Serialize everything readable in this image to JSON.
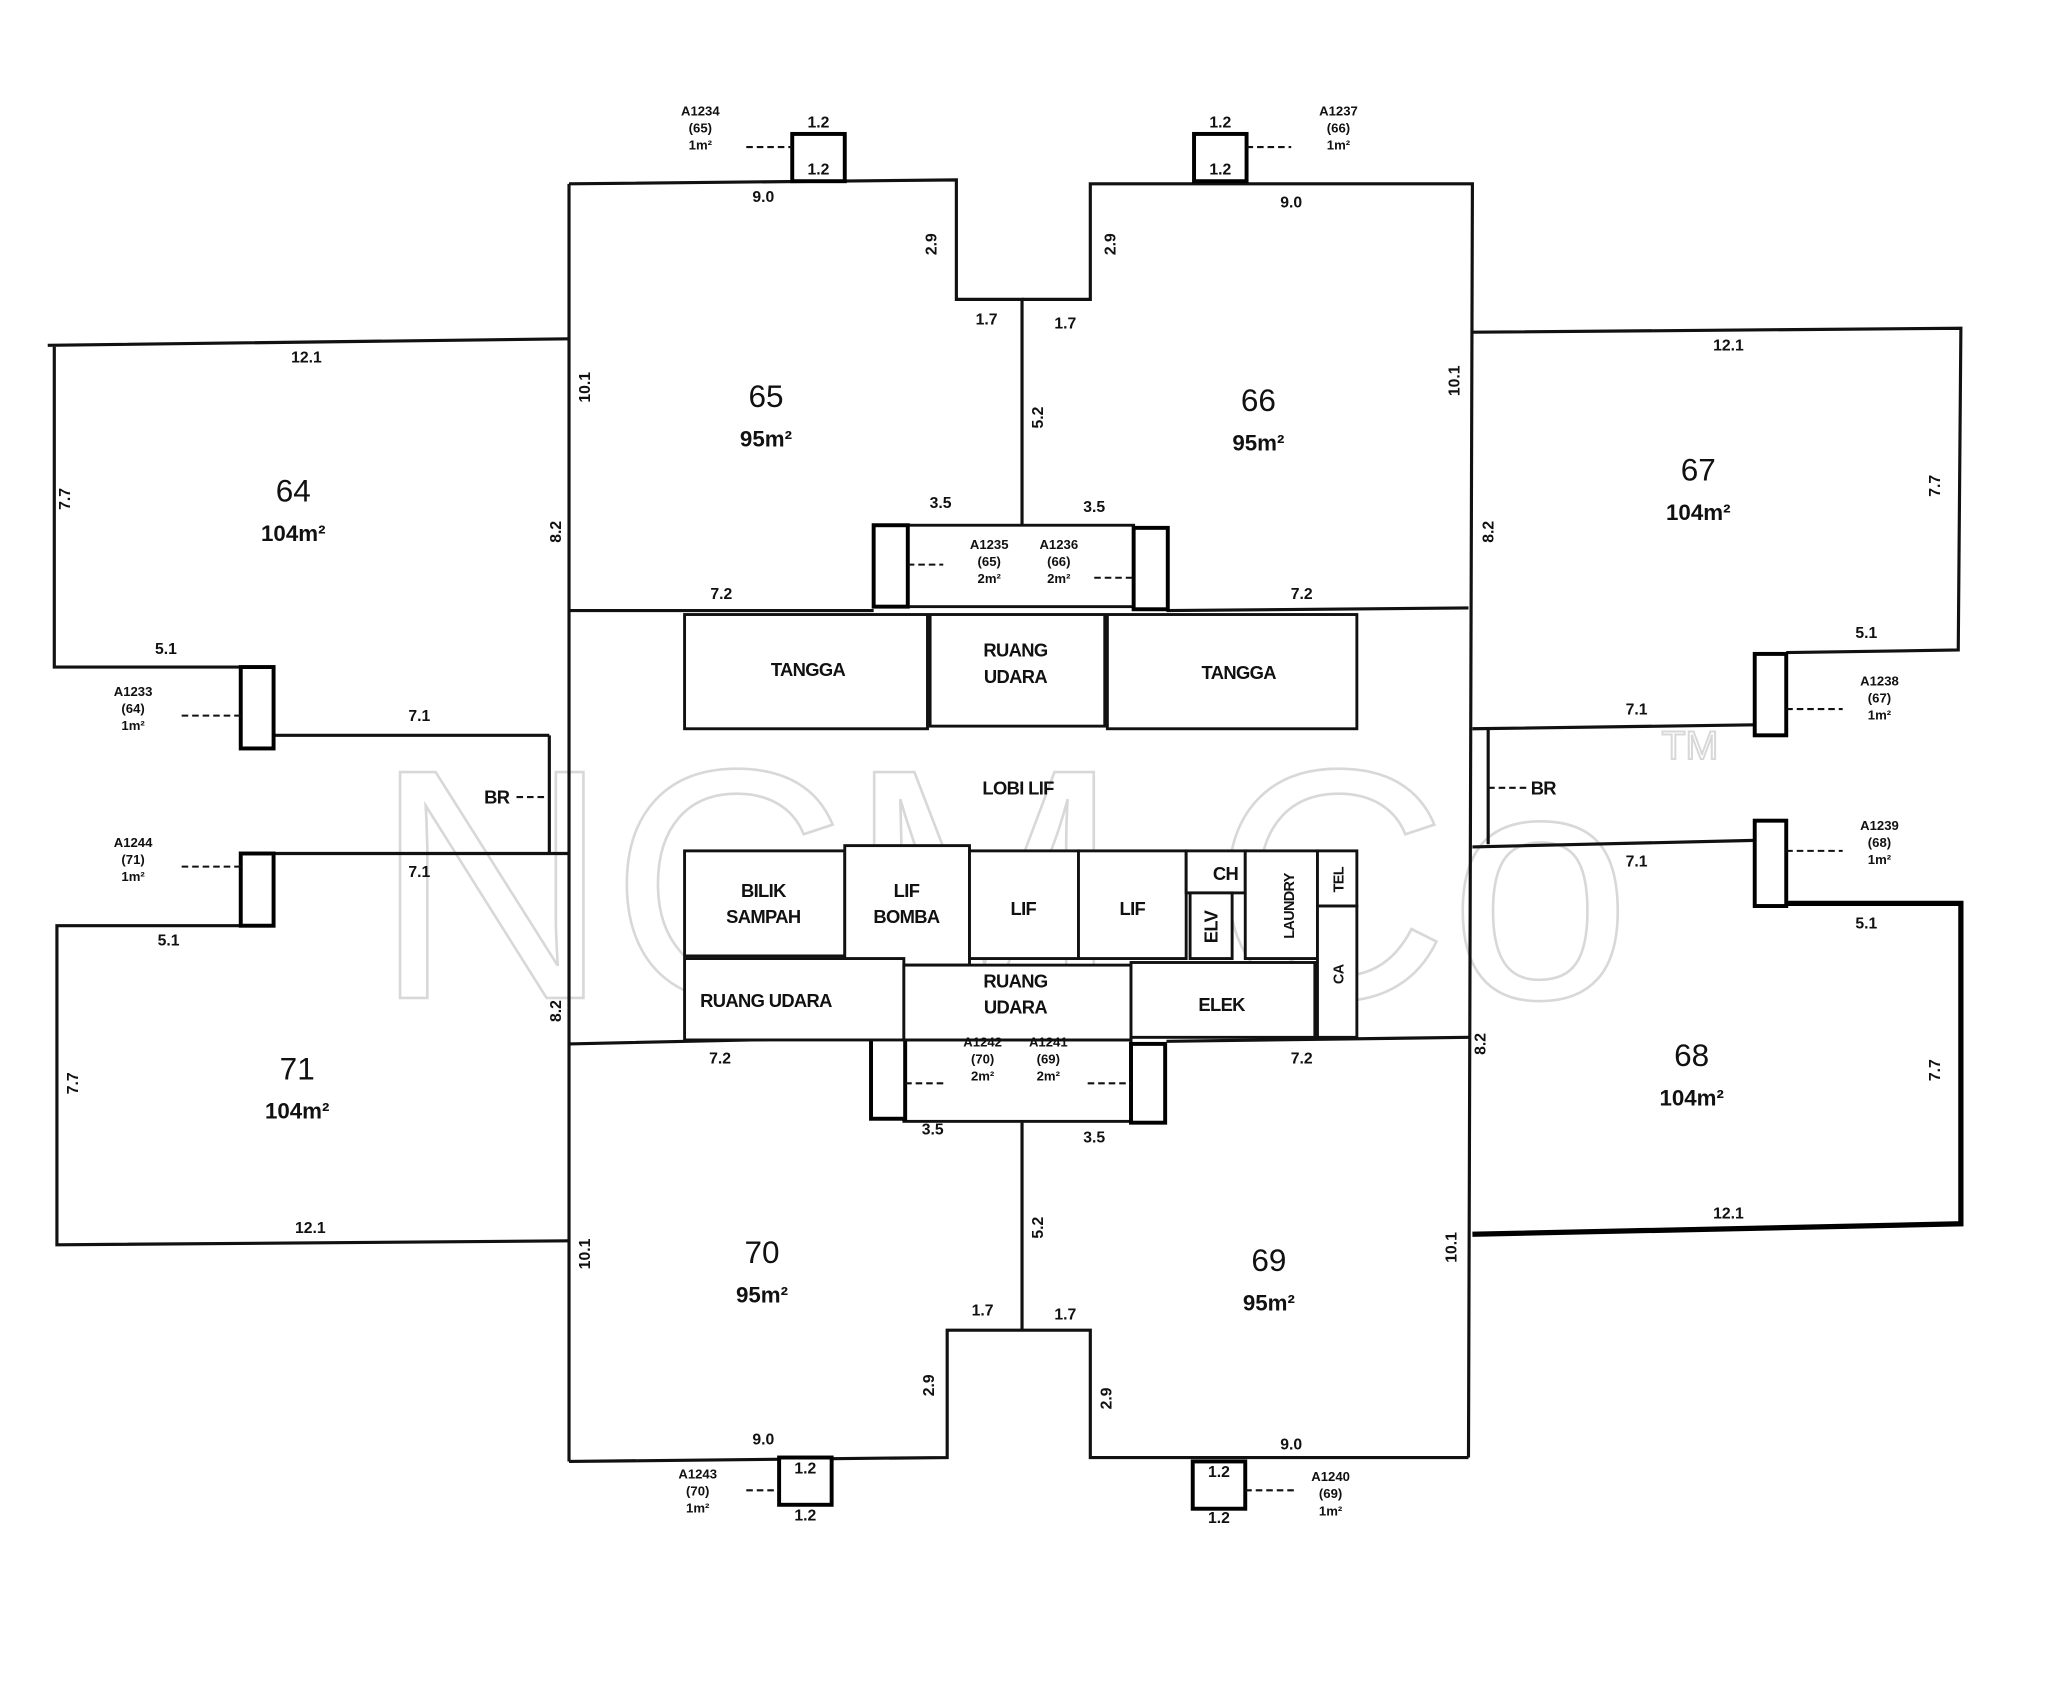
{
  "watermark": {
    "text": "NCM.Co",
    "tm": "TM"
  },
  "units": [
    {
      "no": "64",
      "area": "104m²"
    },
    {
      "no": "65",
      "area": "95m²"
    },
    {
      "no": "66",
      "area": "95m²"
    },
    {
      "no": "67",
      "area": "104m²"
    },
    {
      "no": "68",
      "area": "104m²"
    },
    {
      "no": "69",
      "area": "95m²"
    },
    {
      "no": "70",
      "area": "95m²"
    },
    {
      "no": "71",
      "area": "104m²"
    }
  ],
  "rooms": {
    "tangga_left": "TANGGA",
    "ruang_udara_top": [
      "RUANG",
      "UDARA"
    ],
    "tangga_right": "TANGGA",
    "lobi_lif": "LOBI LIF",
    "bilik_sampah": [
      "BILIK",
      "SAMPAH"
    ],
    "lif_bomba": [
      "LIF",
      "BOMBA"
    ],
    "lif_1": "LIF",
    "lif_2": "LIF",
    "ch": "CH",
    "elv": "ELV",
    "laundry": "LAUNDRY",
    "tel": "TEL",
    "ca": "CA",
    "ruang_udara_left": "RUANG UDARA",
    "ruang_udara_bottom": [
      "RUANG",
      "UDARA"
    ],
    "elek": "ELEK",
    "br_left": "BR",
    "br_right": "BR"
  },
  "accessory_parcels": [
    {
      "lot": "A1234",
      "unit": "(65)",
      "area": "1m²"
    },
    {
      "lot": "A1237",
      "unit": "(66)",
      "area": "1m²"
    },
    {
      "lot": "A1235",
      "unit": "(65)",
      "area": "2m²"
    },
    {
      "lot": "A1236",
      "unit": "(66)",
      "area": "2m²"
    },
    {
      "lot": "A1233",
      "unit": "(64)",
      "area": "1m²"
    },
    {
      "lot": "A1238",
      "unit": "(67)",
      "area": "1m²"
    },
    {
      "lot": "A1244",
      "unit": "(71)",
      "area": "1m²"
    },
    {
      "lot": "A1239",
      "unit": "(68)",
      "area": "1m²"
    },
    {
      "lot": "A1242",
      "unit": "(70)",
      "area": "2m²"
    },
    {
      "lot": "A1241",
      "unit": "(69)",
      "area": "2m²"
    },
    {
      "lot": "A1243",
      "unit": "(70)",
      "area": "1m²"
    },
    {
      "lot": "A1240",
      "unit": "(69)",
      "area": "1m²"
    }
  ],
  "dims": [
    "1.2",
    "1.2",
    "1.2",
    "1.2",
    "9.0",
    "9.0",
    "2.9",
    "2.9",
    "1.7",
    "1.7",
    "5.2",
    "12.1",
    "10.1",
    "10.1",
    "12.1",
    "7.7",
    "7.7",
    "8.2",
    "8.2",
    "3.5",
    "3.5",
    "7.2",
    "7.2",
    "5.1",
    "5.1",
    "7.1",
    "7.1",
    "7.1",
    "7.1",
    "5.1",
    "5.1",
    "8.2",
    "8.2",
    "7.7",
    "7.7",
    "7.2",
    "7.2",
    "3.5",
    "3.5",
    "12.1",
    "12.1",
    "10.1",
    "10.1",
    "5.2",
    "1.7",
    "1.7",
    "2.9",
    "2.9",
    "9.0",
    "9.0",
    "1.2",
    "1.2",
    "1.2",
    "1.2"
  ]
}
